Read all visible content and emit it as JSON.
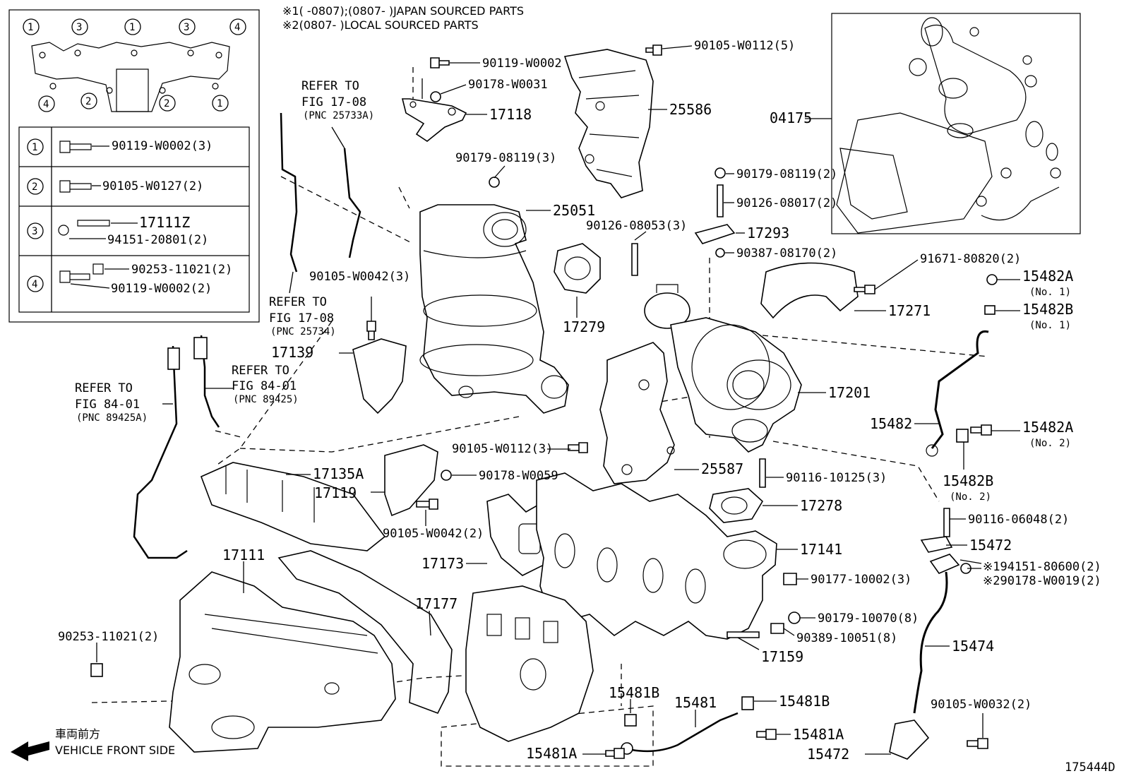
{
  "notes": {
    "line1": "※1(     -0807);(0807-     )JAPAN SOURCED PARTS",
    "line2": "※2(0807-     )LOCAL SOURCED PARTS"
  },
  "inset": {
    "position_numbers": [
      "1",
      "3",
      "1",
      "3",
      "4",
      "4",
      "2",
      "2",
      "1"
    ],
    "rows": [
      {
        "num": "1",
        "parts": [
          "90119-W0002(3)"
        ]
      },
      {
        "num": "2",
        "parts": [
          "90105-W0127(2)"
        ]
      },
      {
        "num": "3",
        "parts": [
          "17111Z",
          "94151-20801(2)"
        ]
      },
      {
        "num": "4",
        "parts": [
          "90253-11021(2)",
          "90119-W0002(2)"
        ]
      }
    ]
  },
  "labels": {
    "p90119_W0002": "90119-W0002",
    "p90178_W0031": "90178-W0031",
    "p17118": "17118",
    "p90105_W0112_5": "90105-W0112(5)",
    "p25586": "25586",
    "p04175": "04175",
    "p90179_08119_3": "90179-08119(3)",
    "p25051": "25051",
    "p90179_08119_2": "90179-08119(2)",
    "p90126_08017_2": "90126-08017(2)",
    "p90126_08053_3": "90126-08053(3)",
    "p17293": "17293",
    "p90387_08170_2": "90387-08170(2)",
    "p91671_80820_2": "91671-80820(2)",
    "p15482A_1": "15482A",
    "p15482A_1_no": "(No. 1)",
    "p15482B_1": "15482B",
    "p15482B_1_no": "(No. 1)",
    "p90105_W0042_3": "90105-W0042(3)",
    "p17279": "17279",
    "p17271": "17271",
    "p17139": "17139",
    "p17201": "17201",
    "p15482": "15482",
    "p15482A_2": "15482A",
    "p15482A_2_no": "(No. 2)",
    "p15482B_2": "15482B",
    "p15482B_2_no": "(No. 2)",
    "p90105_W0112_3": "90105-W0112(3)",
    "p25587": "25587",
    "p90116_10125_3": "90116-10125(3)",
    "p17135A": "17135A",
    "p90178_W0059": "90178-W0059",
    "p17119": "17119",
    "p17278": "17278",
    "p90116_06048_2": "90116-06048(2)",
    "p90105_W0042_2": "90105-W0042(2)",
    "p15472_top": "15472",
    "p17173": "17173",
    "p17141": "17141",
    "p94151_80600": "※194151-80600(2)",
    "p90178_W0019": "※290178-W0019(2)",
    "p17111": "17111",
    "p90177_10002_3": "90177-10002(3)",
    "p17177": "17177",
    "p90179_10070_8": "90179-10070(8)",
    "p90389_10051_8": "90389-10051(8)",
    "p17159": "17159",
    "p15474": "15474",
    "p90253_11021_2": "90253-11021(2)",
    "p15481B_left": "15481B",
    "p15481": "15481",
    "p15481B_right": "15481B",
    "p90105_W0032_2": "90105-W0032(2)",
    "p15481A_right": "15481A",
    "p15481A_left": "15481A",
    "p15472_bottom": "15472"
  },
  "refs": {
    "ref1": [
      "REFER TO",
      "FIG 17-08",
      "(PNC 25733A)"
    ],
    "ref2": [
      "REFER TO",
      "FIG 17-08",
      "(PNC 25734)"
    ],
    "ref3": [
      "REFER TO",
      "FIG 84-01",
      "(PNC 89425)"
    ],
    "ref4": [
      "REFER TO",
      "FIG 84-01",
      "(PNC 89425A)"
    ]
  },
  "front": {
    "jp": "車両前方",
    "en": "VEHICLE FRONT SIDE"
  },
  "figure_id": "175444D"
}
